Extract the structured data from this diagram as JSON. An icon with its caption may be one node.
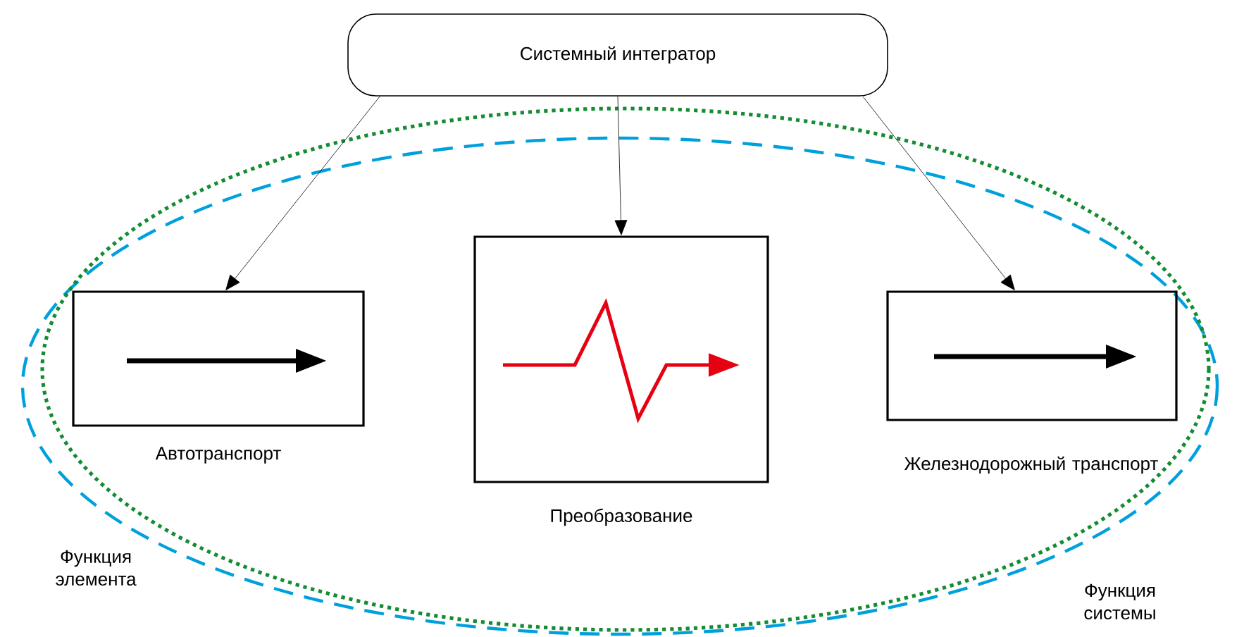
{
  "diagram": {
    "nodes": [
      {
        "text": [
          "Системный интегратор"
        ]
      },
      {
        "text": [
          "Автотранспорт"
        ]
      },
      {
        "text": [
          "Преобразование"
        ]
      },
      {
        "text": [
          "Железнодорожный транспорт"
        ]
      }
    ],
    "edges": [
      {
        "from": 0,
        "to": 1,
        "arrow": "to"
      },
      {
        "from": 0,
        "to": 2,
        "arrow": "to"
      },
      {
        "from": 0,
        "to": 3,
        "arrow": "to"
      }
    ],
    "labels": [
      "Функция элемента",
      "Функция системы"
    ]
  }
}
